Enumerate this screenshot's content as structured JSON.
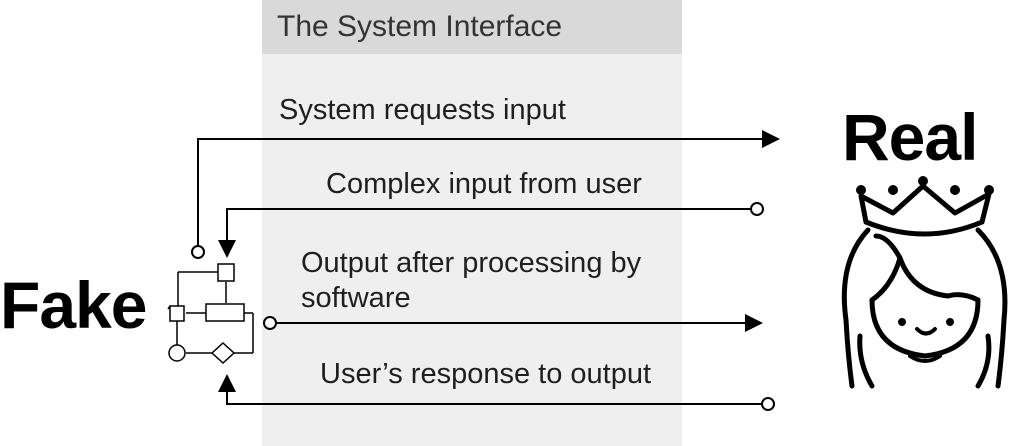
{
  "system_interface": {
    "title": "The System Interface"
  },
  "actors": {
    "fake_label": "Fake",
    "real_label": "Real",
    "fake_icon": "flowchart-icon",
    "real_icon": "princess-icon"
  },
  "messages": [
    {
      "text": "System requests input",
      "direction": "fake-to-real"
    },
    {
      "text": "Complex input from user",
      "direction": "real-to-fake"
    },
    {
      "text": "Output after processing by software",
      "direction": "fake-to-real"
    },
    {
      "text": "User’s response to output",
      "direction": "real-to-fake"
    }
  ],
  "colors": {
    "header_band": "#d9d9d9",
    "body_band": "#efefef",
    "stroke": "#000000"
  }
}
